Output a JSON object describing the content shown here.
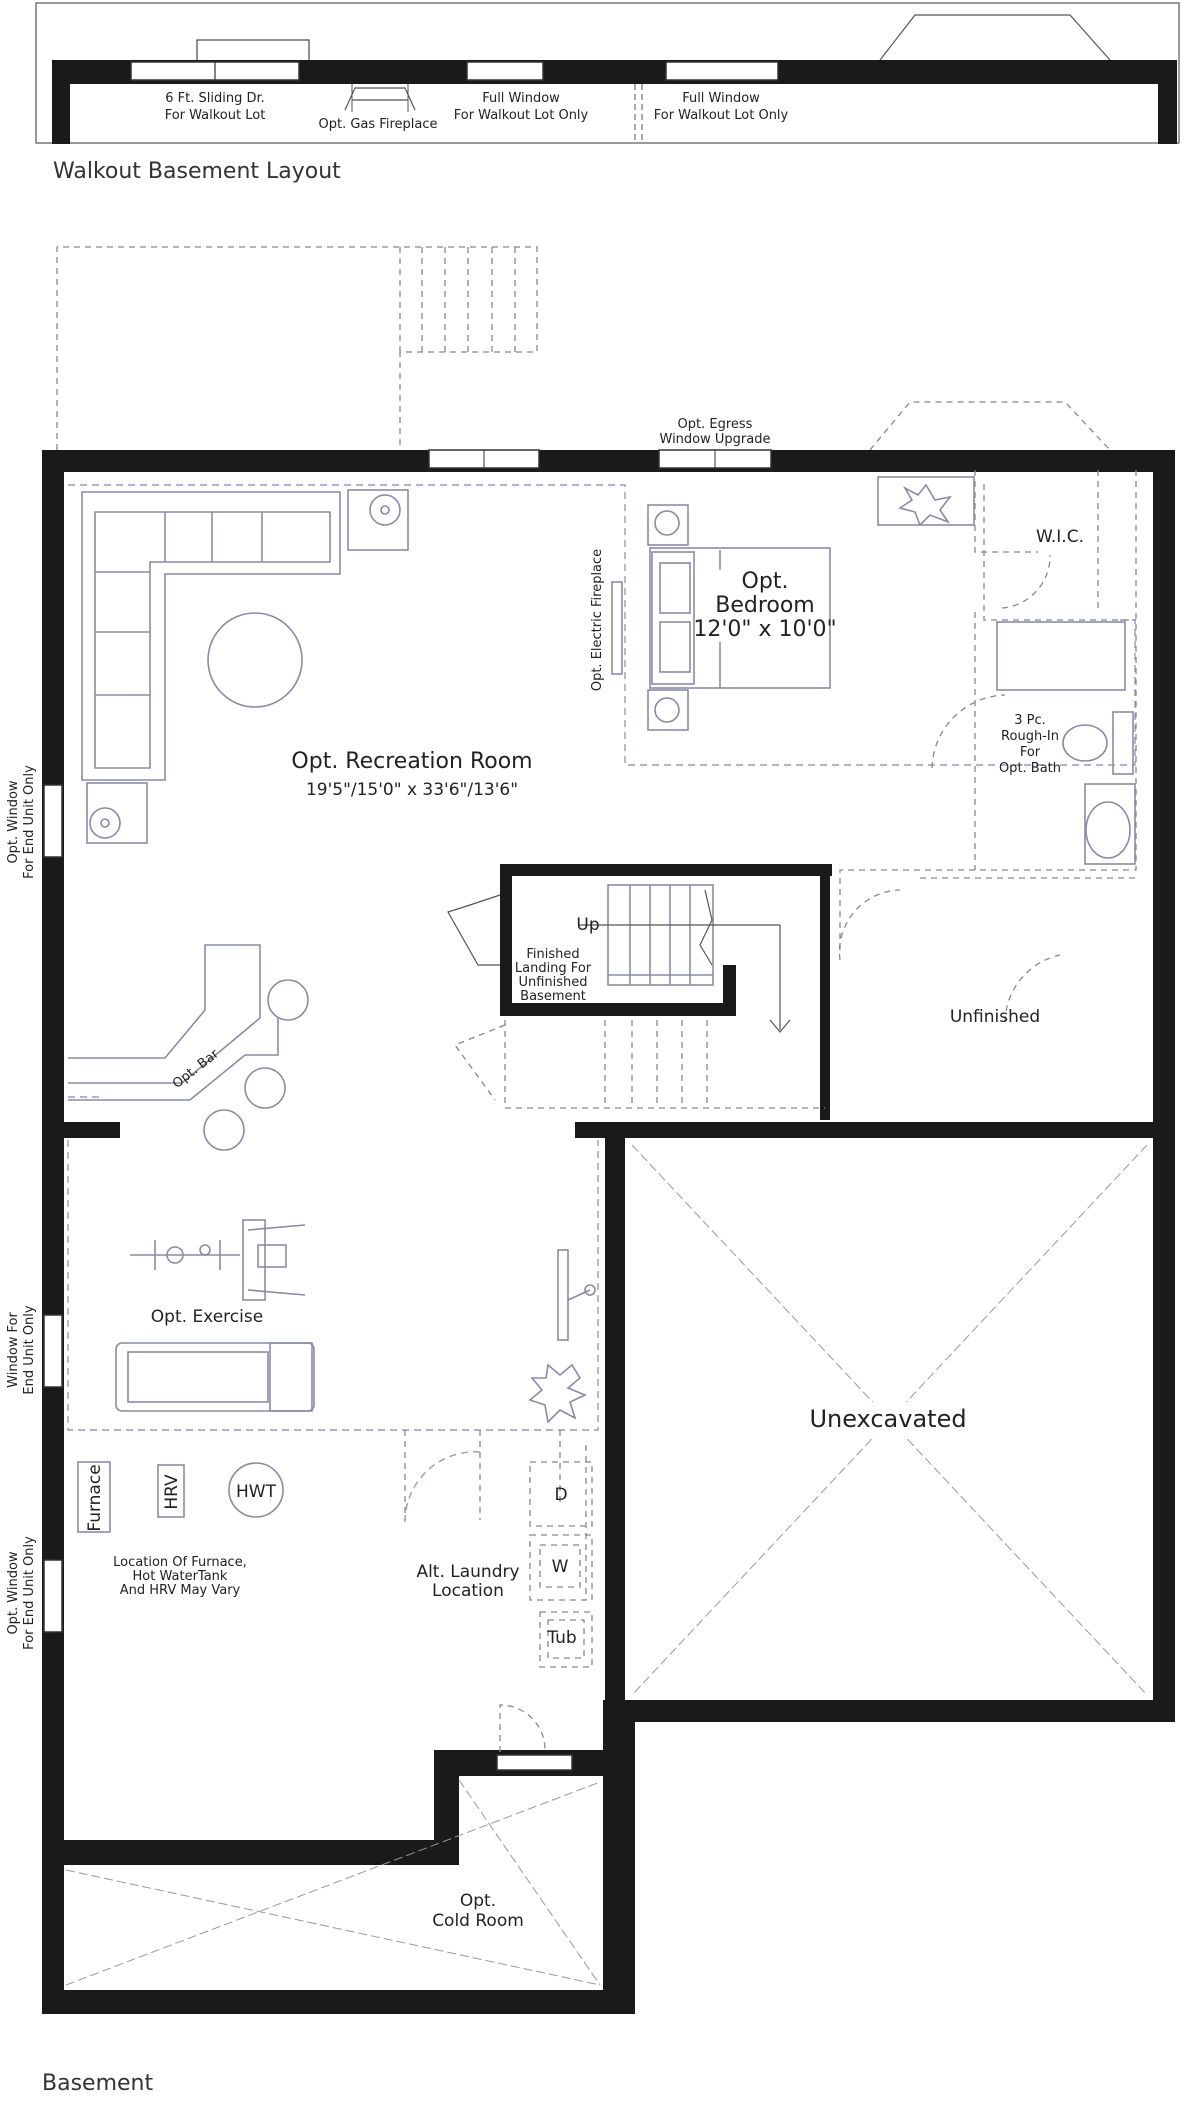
{
  "titles": {
    "walkout": "Walkout Basement Layout",
    "basement": "Basement"
  },
  "walkout_notes": {
    "sliding_door_1": "6 Ft. Sliding Dr.",
    "sliding_door_2": "For Walkout Lot",
    "gas_fireplace": "Opt. Gas Fireplace",
    "full_window_a_1": "Full Window",
    "full_window_a_2": "For Walkout Lot Only",
    "full_window_b_1": "Full Window",
    "full_window_b_2": "For Walkout Lot Only"
  },
  "rooms": {
    "egress_1": "Opt. Egress",
    "egress_2": "Window Upgrade",
    "wic": "W.I.C.",
    "bedroom_1": "Opt.",
    "bedroom_2": "Bedroom",
    "bedroom_dim": "12'0\" x 10'0\"",
    "electric_fireplace": "Opt. Electric Fireplace",
    "bath_1": "3 Pc.",
    "bath_2": "Rough-In",
    "bath_3": "For",
    "bath_4": "Opt. Bath",
    "rec_room": "Opt. Recreation Room",
    "rec_dim": "19'5\"/15'0\" x 33'6\"/13'6\"",
    "up": "Up",
    "landing_1": "Finished",
    "landing_2": "Landing For",
    "landing_3": "Unfinished",
    "landing_4": "Basement",
    "unfinished": "Unfinished",
    "bar": "Opt. Bar",
    "exercise": "Opt. Exercise",
    "unexcavated": "Unexcavated",
    "furnace": "Furnace",
    "hrv": "HRV",
    "hwt": "HWT",
    "mech_1": "Location Of Furnace,",
    "mech_2": "Hot WaterTank",
    "mech_3": "And HRV May Vary",
    "laundry_1": "Alt. Laundry",
    "laundry_2": "Location",
    "dryer": "D",
    "washer": "W",
    "tub": "Tub",
    "cold_1": "Opt.",
    "cold_2": "Cold Room"
  },
  "side_notes": {
    "win1_1": "Opt. Window",
    "win1_2": "For End Unit Only",
    "win2_1": "Window For",
    "win2_2": "End Unit Only",
    "win3_1": "Opt. Window",
    "win3_2": "For End Unit Only"
  }
}
